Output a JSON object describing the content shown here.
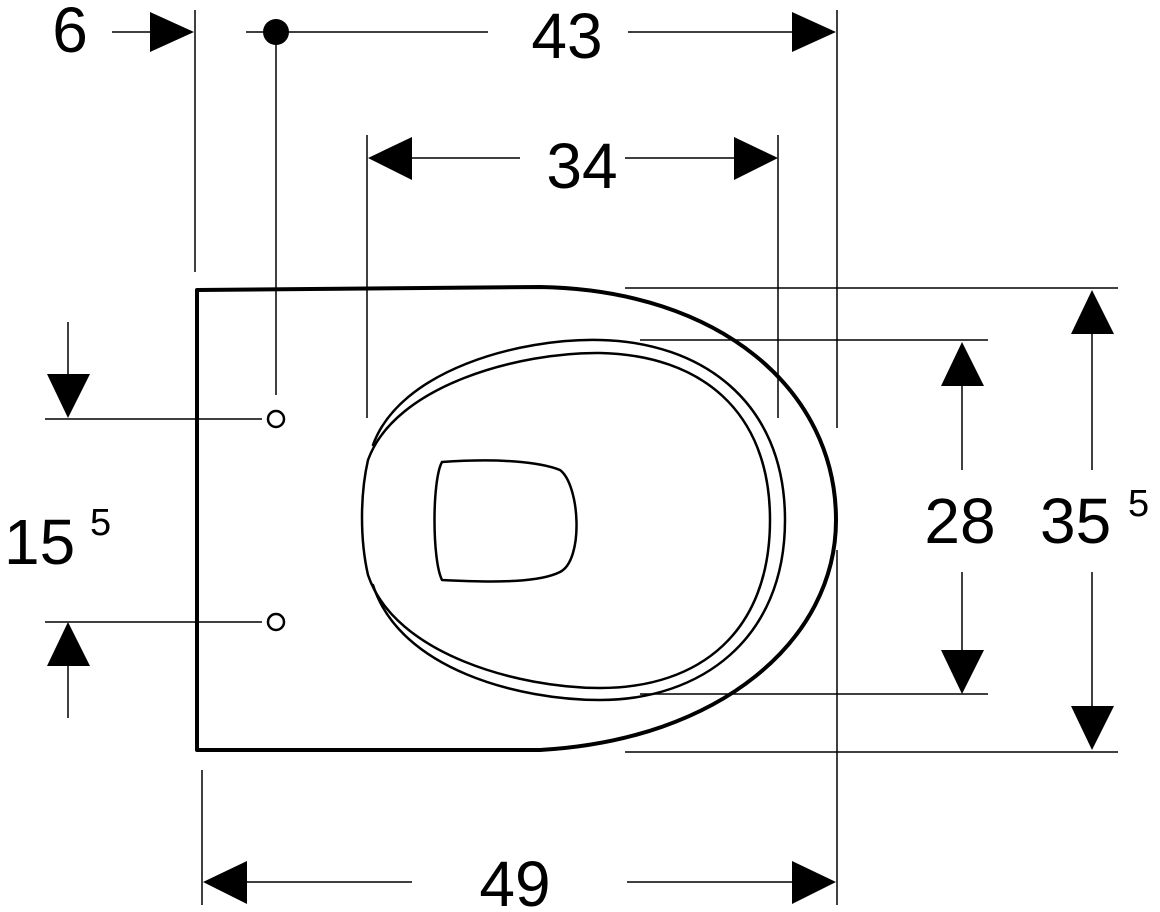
{
  "dimensions": {
    "fixing_offset": {
      "value": "6"
    },
    "overall_front_depth": {
      "value": "43"
    },
    "seat_opening_depth": {
      "value": "34"
    },
    "overall_length": {
      "value": "49"
    },
    "fixing_hole_spacing": {
      "value": "15",
      "sup": "5"
    },
    "bowl_opening_width": {
      "value": "28"
    },
    "overall_width": {
      "value": "35",
      "sup": "5"
    }
  },
  "colors": {
    "line": "#000000",
    "background": "#ffffff"
  }
}
